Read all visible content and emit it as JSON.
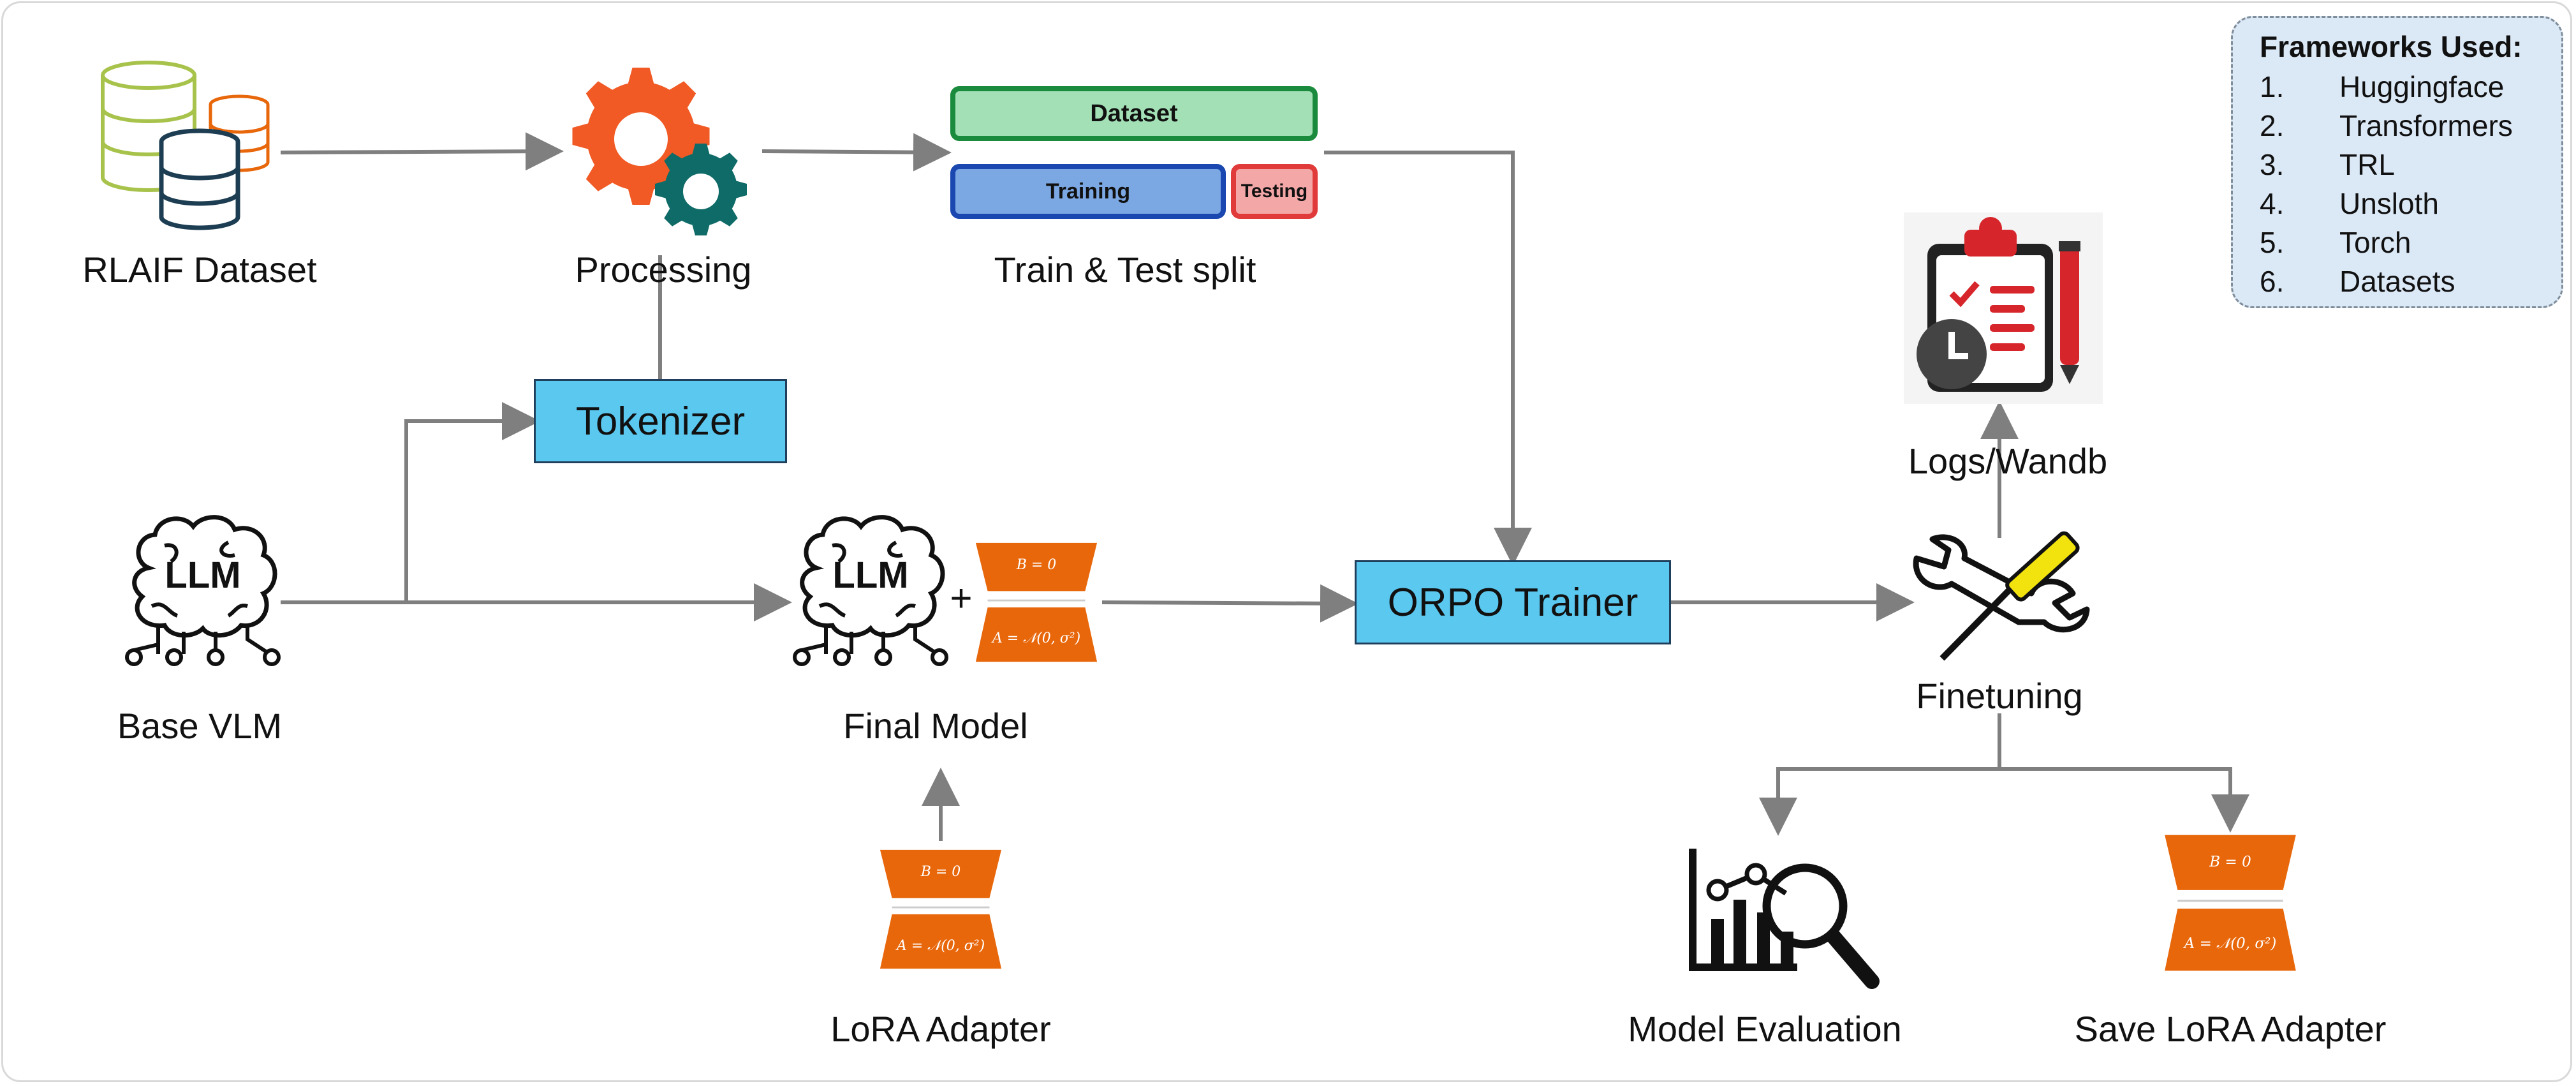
{
  "nodes": {
    "rlaif_dataset": "RLAIF Dataset",
    "processing": "Processing",
    "train_test_split": "Train & Test split",
    "dataset": "Dataset",
    "training": "Training",
    "testing": "Testing",
    "tokenizer": "Tokenizer",
    "base_vlm": "Base VLM",
    "final_model": "Final Model",
    "lora_adapter": "LoRA Adapter",
    "orpo_trainer": "ORPO Trainer",
    "logs_wandb": "Logs/Wandb",
    "finetuning": "Finetuning",
    "model_evaluation": "Model Evaluation",
    "save_lora_adapter": "Save LoRA Adapter",
    "llm_text": "LLM",
    "plus": "+"
  },
  "lora_glyph": {
    "top": "B = 0",
    "bottom": "A = 𝒩(0, σ²)"
  },
  "frameworks": {
    "title": "Frameworks Used:",
    "items": [
      {
        "num": "1.",
        "name": "Huggingface"
      },
      {
        "num": "2.",
        "name": "Transformers"
      },
      {
        "num": "3.",
        "name": "TRL"
      },
      {
        "num": "4.",
        "name": "Unsloth"
      },
      {
        "num": "5.",
        "name": "Torch"
      },
      {
        "num": "6.",
        "name": "Datasets"
      }
    ]
  },
  "colors": {
    "arrow": "#7f7f7f",
    "tool_box": "#5bc8f0",
    "lora_orange": "#e8670b",
    "dataset_green": "#a3e0b6",
    "training_blue": "#7ba7e3",
    "testing_red": "#f4a7a7",
    "gear_orange": "#f15a24",
    "gear_teal": "#0f6b67"
  }
}
